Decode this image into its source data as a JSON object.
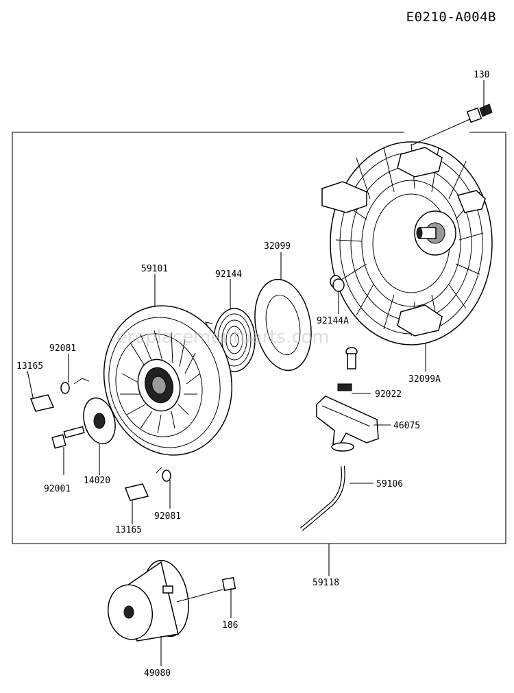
{
  "doc_code": "E0210-A004B",
  "watermark": "ereplacementparts.com",
  "parts": {
    "p130": "130",
    "p32099": "32099",
    "p59101": "59101",
    "p92144": "92144",
    "p92144A": "92144A",
    "p92081_top": "92081",
    "p13165_top": "13165",
    "p32099A": "32099A",
    "p92022": "92022",
    "p46075": "46075",
    "p92001": "92001",
    "p14020": "14020",
    "p59106": "59106",
    "p92081_bottom": "92081",
    "p13165_bottom": "13165",
    "p59118": "59118",
    "p186": "186",
    "p49080": "49080"
  }
}
